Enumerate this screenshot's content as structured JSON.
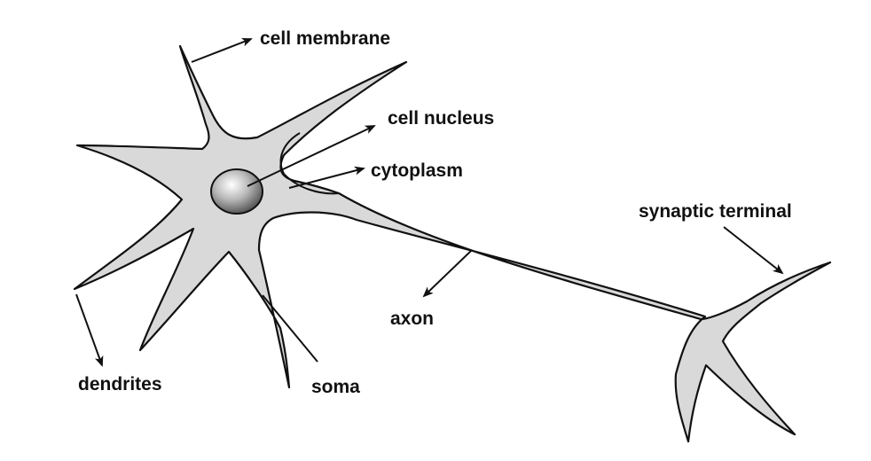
{
  "diagram": {
    "labels": {
      "cell_membrane": "cell membrane",
      "cell_nucleus": "cell nucleus",
      "cytoplasm": "cytoplasm",
      "synaptic_terminal": "synaptic terminal",
      "axon": "axon",
      "dendrites": "dendrites",
      "soma": "soma"
    },
    "colors": {
      "fill": "#d9d9d9",
      "outline": "#111111",
      "nucleus_light": "#ffffff",
      "nucleus_dark": "#3a3a3a",
      "text": "#111111"
    }
  }
}
